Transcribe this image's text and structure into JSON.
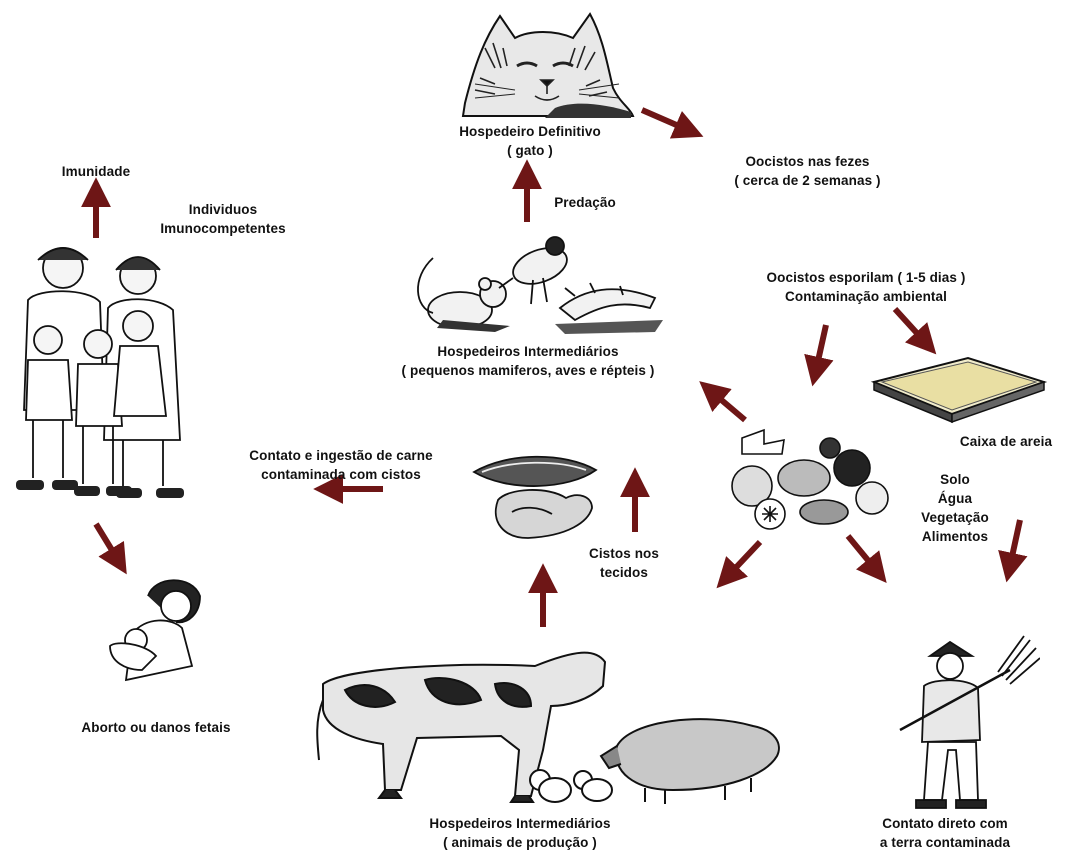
{
  "diagram": {
    "labels": {
      "definitive_host": [
        "Hospedeiro Definitivo",
        "( gato )"
      ],
      "oocysts_feces": [
        "Oocistos nas fezes",
        "( cerca de 2 semanas )"
      ],
      "immunity": [
        "Imunidade"
      ],
      "immunocompetent": [
        "Individuos",
        "Imunocompetentes"
      ],
      "predation": [
        "Predação"
      ],
      "oocysts_sporulate": [
        "Oocistos esporilam ( 1-5 dias )",
        "Contaminação ambiental"
      ],
      "intermediate_hosts_wild": [
        "Hospedeiros Intermediários",
        "( pequenos mamiferos, aves e répteis )"
      ],
      "sandbox": [
        "Caixa de areia"
      ],
      "meat_ingestion": [
        "Contato e ingestão de carne",
        "contaminada com cistos"
      ],
      "environment": [
        "Solo",
        "Água",
        "Vegetação",
        "Alimentos"
      ],
      "tissue_cysts": [
        "Cistos nos",
        "tecidos"
      ],
      "fetal_damage": [
        "Aborto ou danos fetais"
      ],
      "intermediate_hosts_farm": [
        "Hospedeiros Intermediários",
        "( animais de produção )"
      ],
      "soil_contact": [
        "Contato direto com",
        "a terra contaminada"
      ]
    },
    "illustrations": [
      "cat-head",
      "rodent-bird-lizard",
      "family",
      "sandbox-tray",
      "produce-pile",
      "meat-cuts",
      "mother-infant",
      "cow-chicks-pig",
      "farmer-pitchfork"
    ],
    "arrow_color": "#6e1616"
  }
}
